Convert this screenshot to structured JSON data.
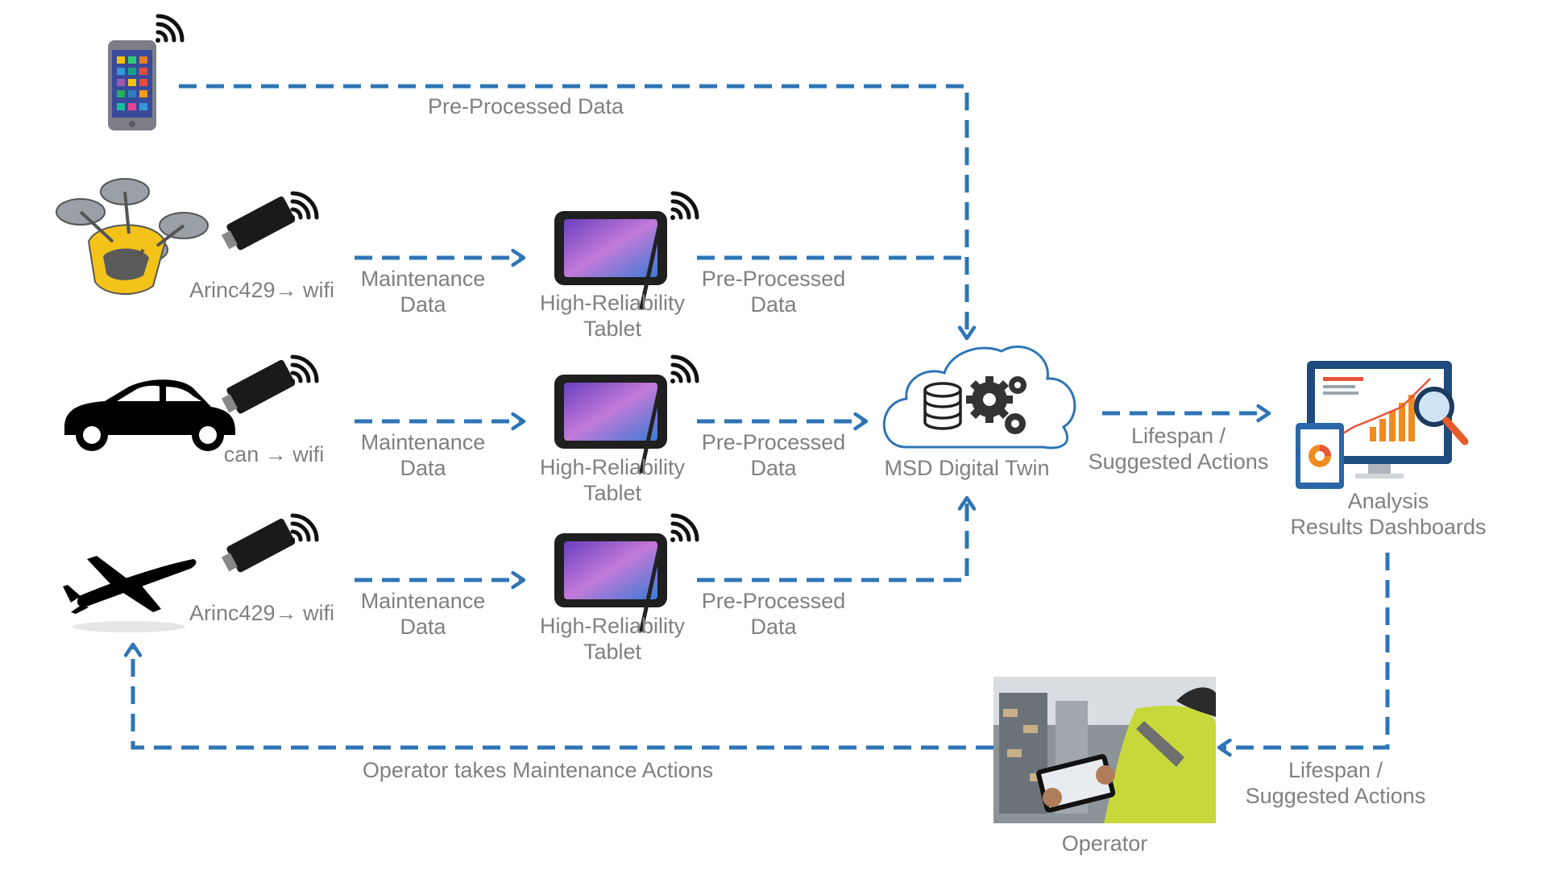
{
  "colors": {
    "arrow": "#2e75b6",
    "text": "#808080",
    "icon_dark": "#262626"
  },
  "top": {
    "label": "Pre-Processed Data"
  },
  "rows": [
    {
      "vehicle_icon": "drone-icon",
      "adapter": "Arinc429→ wifi",
      "maintenance": [
        "Maintenance",
        "Data"
      ],
      "tablet": [
        "High-Reliability",
        "Tablet"
      ],
      "preprocessed": [
        "Pre-Processed",
        "Data"
      ]
    },
    {
      "vehicle_icon": "car-icon",
      "adapter": "can → wifi",
      "maintenance": [
        "Maintenance",
        "Data"
      ],
      "tablet": [
        "High-Reliability",
        "Tablet"
      ],
      "preprocessed": [
        "Pre-Processed",
        "Data"
      ]
    },
    {
      "vehicle_icon": "airplane-icon",
      "adapter": "Arinc429→ wifi",
      "maintenance": [
        "Maintenance",
        "Data"
      ],
      "tablet": [
        "High-Reliability",
        "Tablet"
      ],
      "preprocessed": [
        "Pre-Processed",
        "Data"
      ]
    }
  ],
  "twin": {
    "label": "MSD Digital Twin"
  },
  "lifespan_top": [
    "Lifespan /",
    "Suggested Actions"
  ],
  "dashboard": [
    "Analysis",
    "Results Dashboards"
  ],
  "lifespan_bottom": [
    "Lifespan /",
    "Suggested Actions"
  ],
  "operator": {
    "label": "Operator"
  },
  "feedback": {
    "label": "Operator takes Maintenance Actions"
  }
}
